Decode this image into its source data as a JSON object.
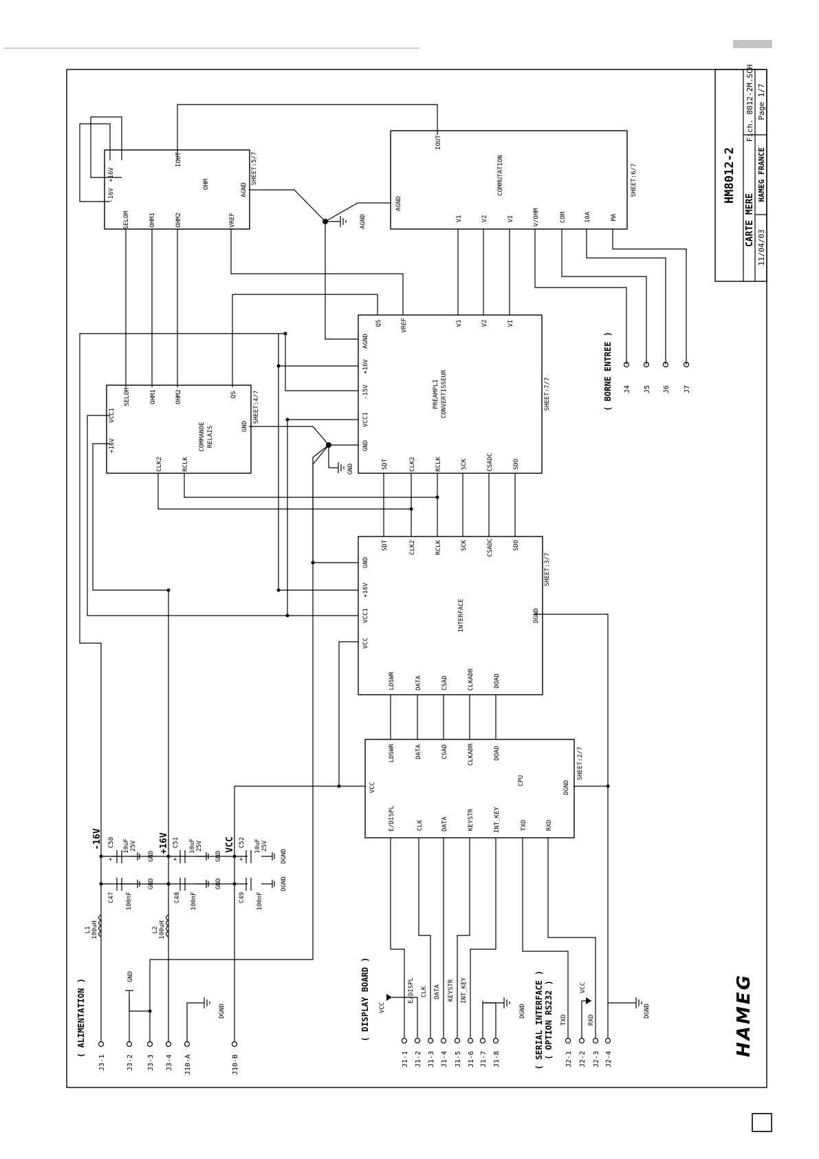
{
  "brand": "HAMEG",
  "title_block": {
    "model": "HM8012-2",
    "board": "CARTE MERE",
    "file": "Fich. 8012-2M.SCH",
    "company": "HAMEG FRANCE",
    "date": "11/04/03",
    "page": "Page 1/7"
  },
  "blocks": {
    "ohm": {
      "name": "OHM",
      "sheet": "SHEET:5/7",
      "pins": [
        "-16V",
        "+16V",
        "IOUT",
        "SELOM",
        "OHM1",
        "OHM2",
        "VREF",
        "AGND"
      ]
    },
    "commutation": {
      "name": "COMMUTATION",
      "sheet": "SHEET:6/7",
      "pins": [
        "IOUT",
        "AGND",
        "V1",
        "V2",
        "VI",
        "V/OHM",
        "COM",
        "10A",
        "MA"
      ]
    },
    "commande": {
      "name_line1": "COMMANDE",
      "name_line2": "RELAIS",
      "sheet": "SHEET:4/7",
      "pins": [
        "VCC1",
        "+16V",
        "SELOM",
        "OHM1",
        "OHM2",
        "QS",
        "GND",
        "CLK2",
        "RCLK"
      ]
    },
    "preampli": {
      "name_line1": "PREAMPLI",
      "name_line2": "CONVERTISSEUR",
      "sheet": "SHEET:7/7",
      "pins": [
        "QS",
        "AGND",
        "+16V",
        "-15V",
        "VCC1",
        "GND",
        "VREF",
        "V1",
        "V2",
        "VI",
        "SDT",
        "CLK2",
        "RCLK",
        "SCK",
        "CSADC",
        "SDO"
      ]
    },
    "interface": {
      "name": "INTERFACE",
      "sheet": "SHEET:3/7",
      "pins": [
        "GND",
        "+16V",
        "VCC1",
        "VCC",
        "SDT",
        "CLK2",
        "RCLK",
        "SCK",
        "CSADC",
        "SDO",
        "DGND",
        "LDSWR",
        "DATA",
        "CSAD",
        "CLKADR",
        "DOAD"
      ]
    },
    "cpu": {
      "name": "CPU",
      "sheet": "SHEET:2/7",
      "pins": [
        "LDSWR",
        "DATA",
        "CSAD",
        "CLKADR",
        "DOAD",
        "VCC",
        "DGND",
        "E/DISPL",
        "CLK",
        "DATA",
        "KEYSTR",
        "INT_KEY",
        "TXD",
        "RXD"
      ]
    }
  },
  "groups": {
    "alimentation": "( ALIMENTATION )",
    "display": "( DISPLAY BOARD )",
    "serial_line1": "( SERIAL INTERFACE )",
    "serial_line2": "( OPTION RS232 )",
    "borne": "( BORNE ENTREE )"
  },
  "connectors": {
    "power": [
      "J3-1",
      "J3-2",
      "J3-3",
      "J3-4",
      "J10-A",
      "J10-B"
    ],
    "display": [
      "J1-1",
      "J1-2",
      "J1-3",
      "J1-4",
      "J1-5",
      "J1-6",
      "J1-7",
      "J1-8"
    ],
    "display_signals": [
      "VCC",
      "E/DISPL",
      "CLK",
      "DATA",
      "KEYSTR",
      "INT_KEY",
      "DGND"
    ],
    "serial": [
      "J2-1",
      "J2-2",
      "J2-3",
      "J2-4"
    ],
    "serial_signals": [
      "TXD",
      "VCC",
      "RXD",
      "DGND"
    ],
    "inputs": [
      "J4",
      "J5",
      "J6",
      "J7"
    ]
  },
  "rails": [
    "-16V",
    "+16V",
    "VCC"
  ],
  "components": {
    "L1": {
      "ref": "L1",
      "value": "100uH"
    },
    "L2": {
      "ref": "L2",
      "value": "100uH"
    },
    "C47": {
      "ref": "C47",
      "value": "100nF"
    },
    "C48": {
      "ref": "C48",
      "value": "100nF"
    },
    "C49": {
      "ref": "C49",
      "value": "100nF"
    },
    "C50": {
      "ref": "C50",
      "value": "10uF",
      "voltage": "25V"
    },
    "C51": {
      "ref": "C51",
      "value": "10uF",
      "voltage": "25V"
    },
    "C52": {
      "ref": "C52",
      "value": "10uF",
      "voltage": "25V"
    }
  },
  "grounds": {
    "gnd": "GND",
    "agnd": "AGND",
    "dgnd": "DGND"
  }
}
